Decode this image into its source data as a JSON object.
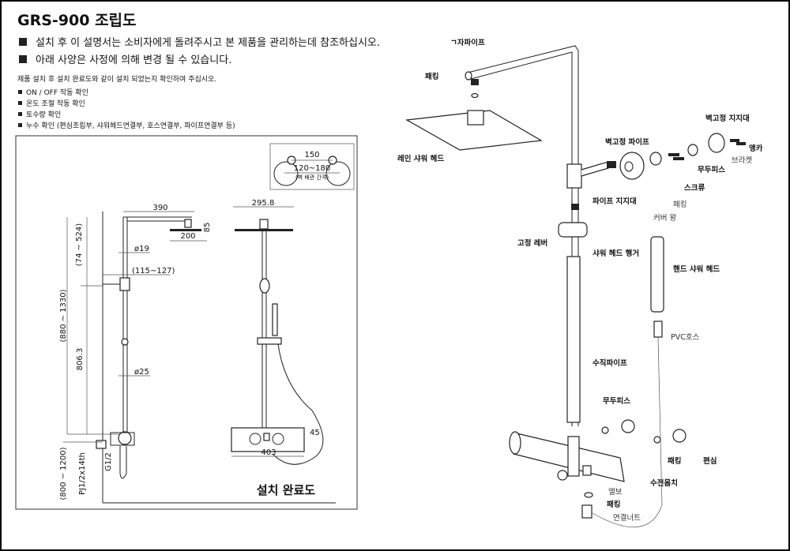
{
  "header": {
    "title": "GRS-900 조립도",
    "notes": [
      "설치 후 이 설명서는 소비자에게 돌려주시고 본 제품을 관리하는데 참조하십시오.",
      "아래 사양은 사정에 의해 변경 될 수 있습니다."
    ],
    "check_intro": "제품 설치 후 설치 완료도와 같이 설치 되었는지 확인하여 주십시오.",
    "checks": [
      "ON / OFF 작동 확인",
      "온도 조절 작동 확인",
      "토수량 확인",
      "누수 확인 (편심조립부, 샤워헤드연결부, 호스연결부, 파이프연결부 등)"
    ]
  },
  "installed_view": {
    "title": "설치 완료도",
    "inset": {
      "spacing": "150",
      "range": "120~180",
      "range_note": "(벽 배관 간격)"
    },
    "side_dims": {
      "arm_length": "390",
      "head_height": "85",
      "head_width": "200",
      "upper_pipe_dia": "ø19",
      "wall_offset": "(115~127)",
      "upper_adjust": "(74 ~ 524)",
      "total_height": "(880 ~ 1330)",
      "body_height": "806.3",
      "lower_pipe_dia": "ø25",
      "inlet": "G1/2",
      "outlet": "PJ1/2x14th",
      "floor_height": "(800 ~ 1200)"
    },
    "front_dims": {
      "head_width": "295.8",
      "body_height": "45",
      "body_width": "403"
    }
  },
  "exploded_view": {
    "labels": {
      "l_pipe": "ㄱ자파이프",
      "packing_top": "패킹",
      "rain_head": "레인 샤워 헤드",
      "wall_pipe": "벽고정 파이프",
      "wall_bracket_support": "벽고정 지지대",
      "anchor": "앵카",
      "bracket": "브라켓",
      "headless_screw_top": "무두피스",
      "screw": "스크류",
      "pipe_support": "파이프 지지대",
      "packing_mid": "패킹",
      "cover_ring": "커버 왕",
      "fix_lever": "고정 레버",
      "hanger": "샤워 헤드 행거",
      "hand_shower": "핸드 샤워 헤드",
      "pvc_hose": "PVC호스",
      "vertical_pipe": "수직파이프",
      "headless_screw_bottom": "무두피스",
      "packing_eccentric": "패킹",
      "eccentric": "편심",
      "faucet_body": "수전몸치",
      "elbow": "엘보",
      "packing_bottom": "패킹",
      "connect_nut": "연결너트"
    }
  }
}
